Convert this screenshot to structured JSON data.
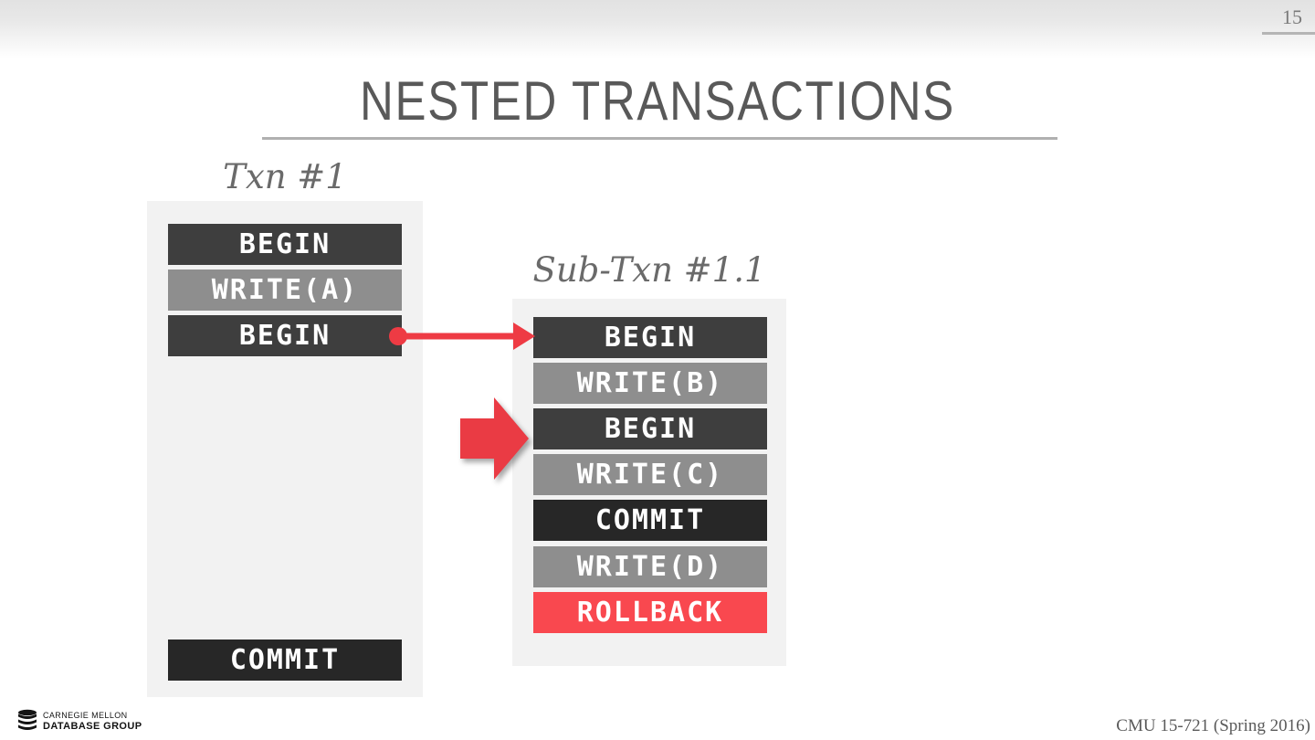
{
  "page_number": "15",
  "title": "NESTED TRANSACTIONS",
  "txn1": {
    "label": "Txn #1",
    "rows": [
      {
        "label": "BEGIN",
        "type": "begin"
      },
      {
        "label": "WRITE(A)",
        "type": "write"
      },
      {
        "label": "BEGIN",
        "type": "begin"
      },
      {
        "label": "COMMIT",
        "type": "commit"
      }
    ]
  },
  "subtxn": {
    "label": "Sub-Txn #1.1",
    "rows": [
      {
        "label": "BEGIN",
        "type": "begin"
      },
      {
        "label": "WRITE(B)",
        "type": "write"
      },
      {
        "label": "BEGIN",
        "type": "begin"
      },
      {
        "label": "WRITE(C)",
        "type": "write"
      },
      {
        "label": "COMMIT",
        "type": "commit"
      },
      {
        "label": "WRITE(D)",
        "type": "write"
      },
      {
        "label": "ROLLBACK",
        "type": "rollback"
      }
    ]
  },
  "footer": {
    "course": "CMU 15-721 (Spring 2016)",
    "logo_line1": "CARNEGIE MELLON",
    "logo_line2": "DATABASE GROUP"
  },
  "colors": {
    "statement_dark": "#3e3e3e",
    "statement_commit": "#272727",
    "statement_write": "#8e8e8e",
    "statement_rollback": "#f9484f",
    "arrow_red": "#ee3b44",
    "container_gray": "#f2f2f2",
    "title_gray": "#595959"
  }
}
